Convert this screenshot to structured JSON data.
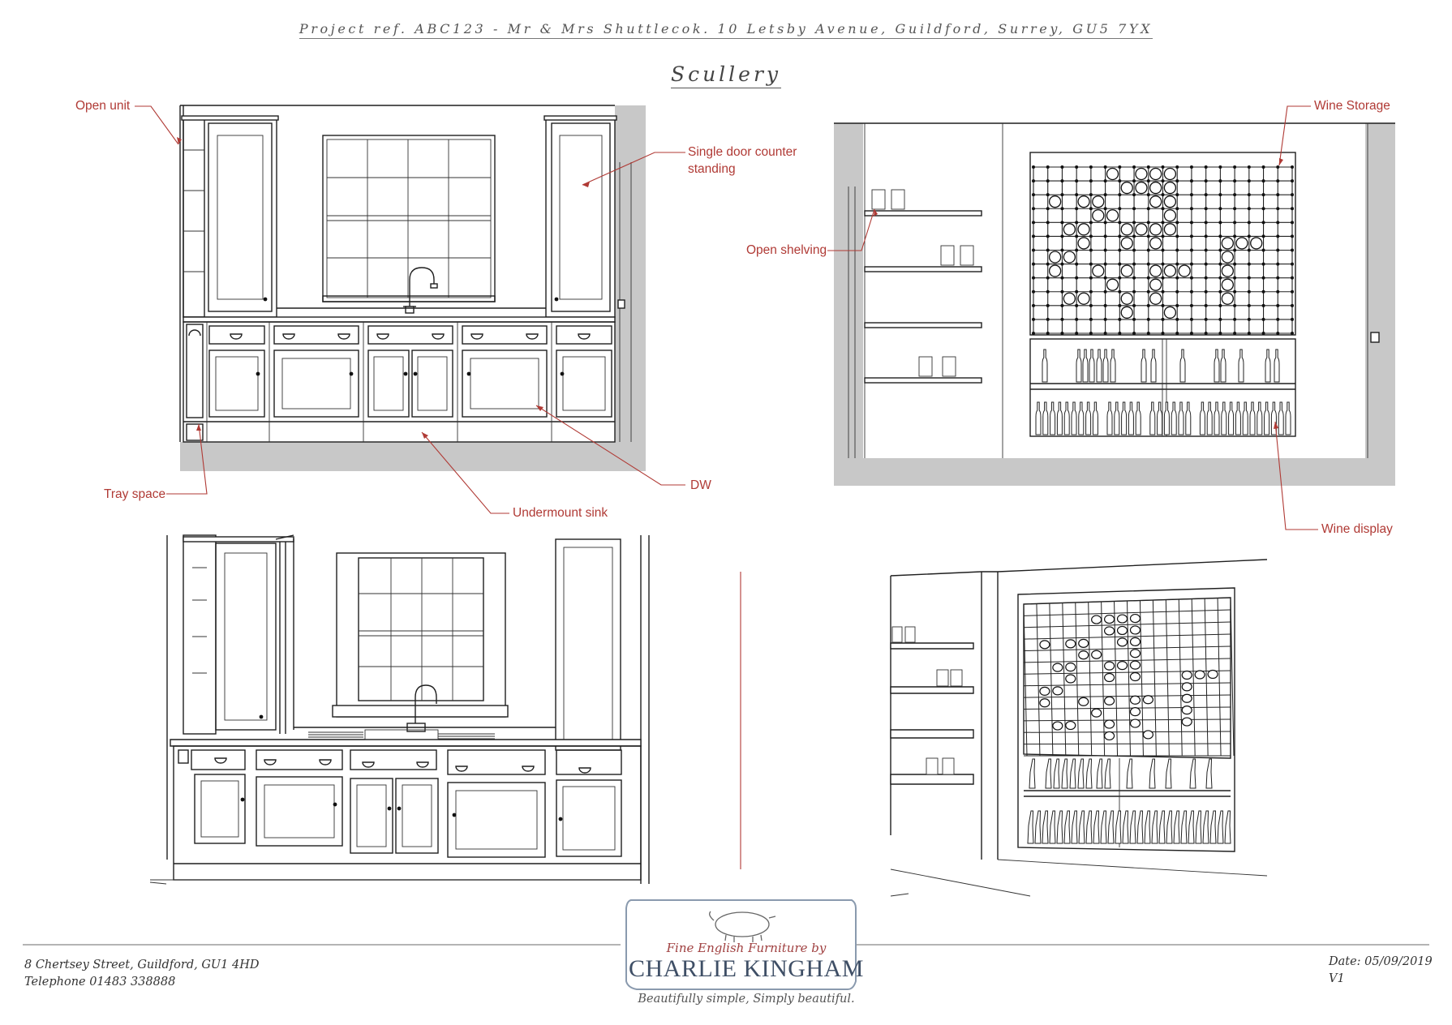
{
  "header": {
    "project_ref": "Project ref. ABC123 - Mr & Mrs Shuttlecok. 10 Letsby Avenue, Guildford, Surrey, GU5 7YX",
    "title": "Scullery"
  },
  "annotations": {
    "open_unit": "Open unit",
    "single_door_line1": "Single door counter",
    "single_door_line2": "standing",
    "tray_space": "Tray space",
    "dw": "DW",
    "undermount_sink": "Undermount sink",
    "wine_storage": "Wine Storage",
    "open_shelving": "Open shelving",
    "wine_display": "Wine display"
  },
  "footer": {
    "address_line1": "8 Chertsey Street, Guildford, GU1 4HD",
    "address_line2": "Telephone 01483 338888",
    "date": "Date: 05/09/2019",
    "version": "V1"
  },
  "logo": {
    "subtitle": "Fine English Furniture by",
    "name": "CHARLIE KINGHAM",
    "tagline": "Beautifully simple, Simply beautiful."
  },
  "colors": {
    "annotation": "#b03a35",
    "logo_name": "#3f4f66",
    "wall_grey": "#c8c8c8"
  }
}
